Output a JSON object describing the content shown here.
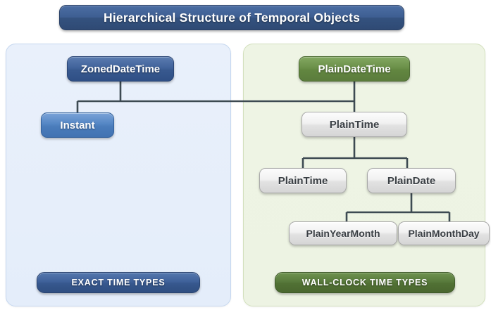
{
  "title": "Hierarchical Structure of Temporal Objects",
  "panels": {
    "exact": {
      "footer_label": "EXACT TIME TYPES",
      "nodes": [
        {
          "label": "ZonedDateTime"
        },
        {
          "label": "Instant"
        }
      ]
    },
    "wall_clock": {
      "footer_label": "WALL-CLOCK TIME TYPES",
      "nodes": [
        {
          "label": "PlainDateTime"
        },
        {
          "label": "PlainTime"
        },
        {
          "label": "PlainTime"
        },
        {
          "label": "PlainDate"
        },
        {
          "label": "PlainYearMonth"
        },
        {
          "label": "PlainMonthDay"
        }
      ]
    }
  },
  "colors": {
    "title_bar": "#3b5e92",
    "exact_panel_bg": "#e7eefa",
    "wall_panel_bg": "#eef4e4",
    "zoned_node": "#3c5f97",
    "instant_node": "#5084c2",
    "plain_datetime_node": "#678c45",
    "grey_node": "#e7e7e7",
    "connector": "#3d4a52"
  }
}
